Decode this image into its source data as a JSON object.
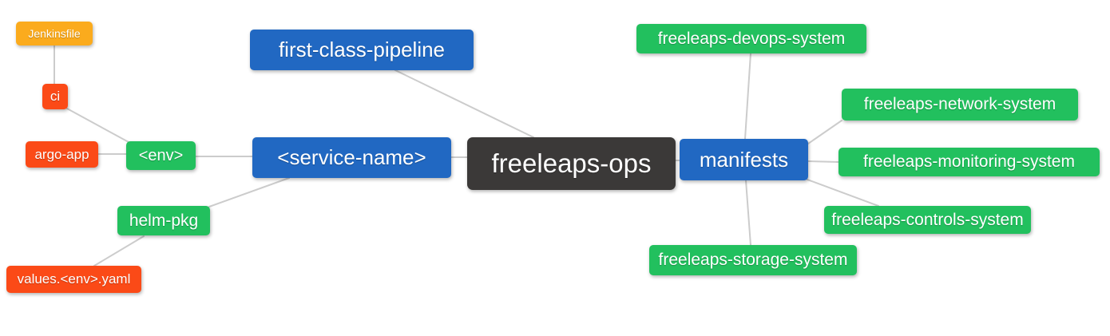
{
  "diagram": {
    "type": "mindmap",
    "root": "freeleaps-ops"
  },
  "colors": {
    "root_node": "#3b3938",
    "level1_node": "#2168c2",
    "level2_node": "#22c05e",
    "level3_node": "#fb4a17",
    "level4_node": "#fbab1d",
    "edge": "#cccccc",
    "node_text": "#ffffff",
    "background": "#ffffff"
  },
  "nodes": {
    "freeleaps_ops": {
      "label": "freeleaps-ops"
    },
    "first_class_pipeline": {
      "label": "first-class-pipeline"
    },
    "service_name": {
      "label": "<service-name>"
    },
    "manifests": {
      "label": "manifests"
    },
    "env": {
      "label": "<env>"
    },
    "helm_pkg": {
      "label": "helm-pkg"
    },
    "ci": {
      "label": "ci"
    },
    "argo_app": {
      "label": "argo-app"
    },
    "jenkinsfile": {
      "label": "Jenkinsfile"
    },
    "values_env_yaml": {
      "label": "values.<env>.yaml"
    },
    "freeleaps_devops_system": {
      "label": "freeleaps-devops-system"
    },
    "freeleaps_network_system": {
      "label": "freeleaps-network-system"
    },
    "freeleaps_monitoring_system": {
      "label": "freeleaps-monitoring-system"
    },
    "freeleaps_controls_system": {
      "label": "freeleaps-controls-system"
    },
    "freeleaps_storage_system": {
      "label": "freeleaps-storage-system"
    }
  },
  "edges": [
    {
      "from": "freeleaps_ops",
      "to": "first_class_pipeline"
    },
    {
      "from": "freeleaps_ops",
      "to": "service_name"
    },
    {
      "from": "freeleaps_ops",
      "to": "manifests"
    },
    {
      "from": "service_name",
      "to": "env"
    },
    {
      "from": "service_name",
      "to": "helm_pkg"
    },
    {
      "from": "env",
      "to": "ci"
    },
    {
      "from": "env",
      "to": "argo_app"
    },
    {
      "from": "ci",
      "to": "jenkinsfile"
    },
    {
      "from": "helm_pkg",
      "to": "values_env_yaml"
    },
    {
      "from": "manifests",
      "to": "freeleaps_devops_system"
    },
    {
      "from": "manifests",
      "to": "freeleaps_network_system"
    },
    {
      "from": "manifests",
      "to": "freeleaps_monitoring_system"
    },
    {
      "from": "manifests",
      "to": "freeleaps_controls_system"
    },
    {
      "from": "manifests",
      "to": "freeleaps_storage_system"
    }
  ]
}
